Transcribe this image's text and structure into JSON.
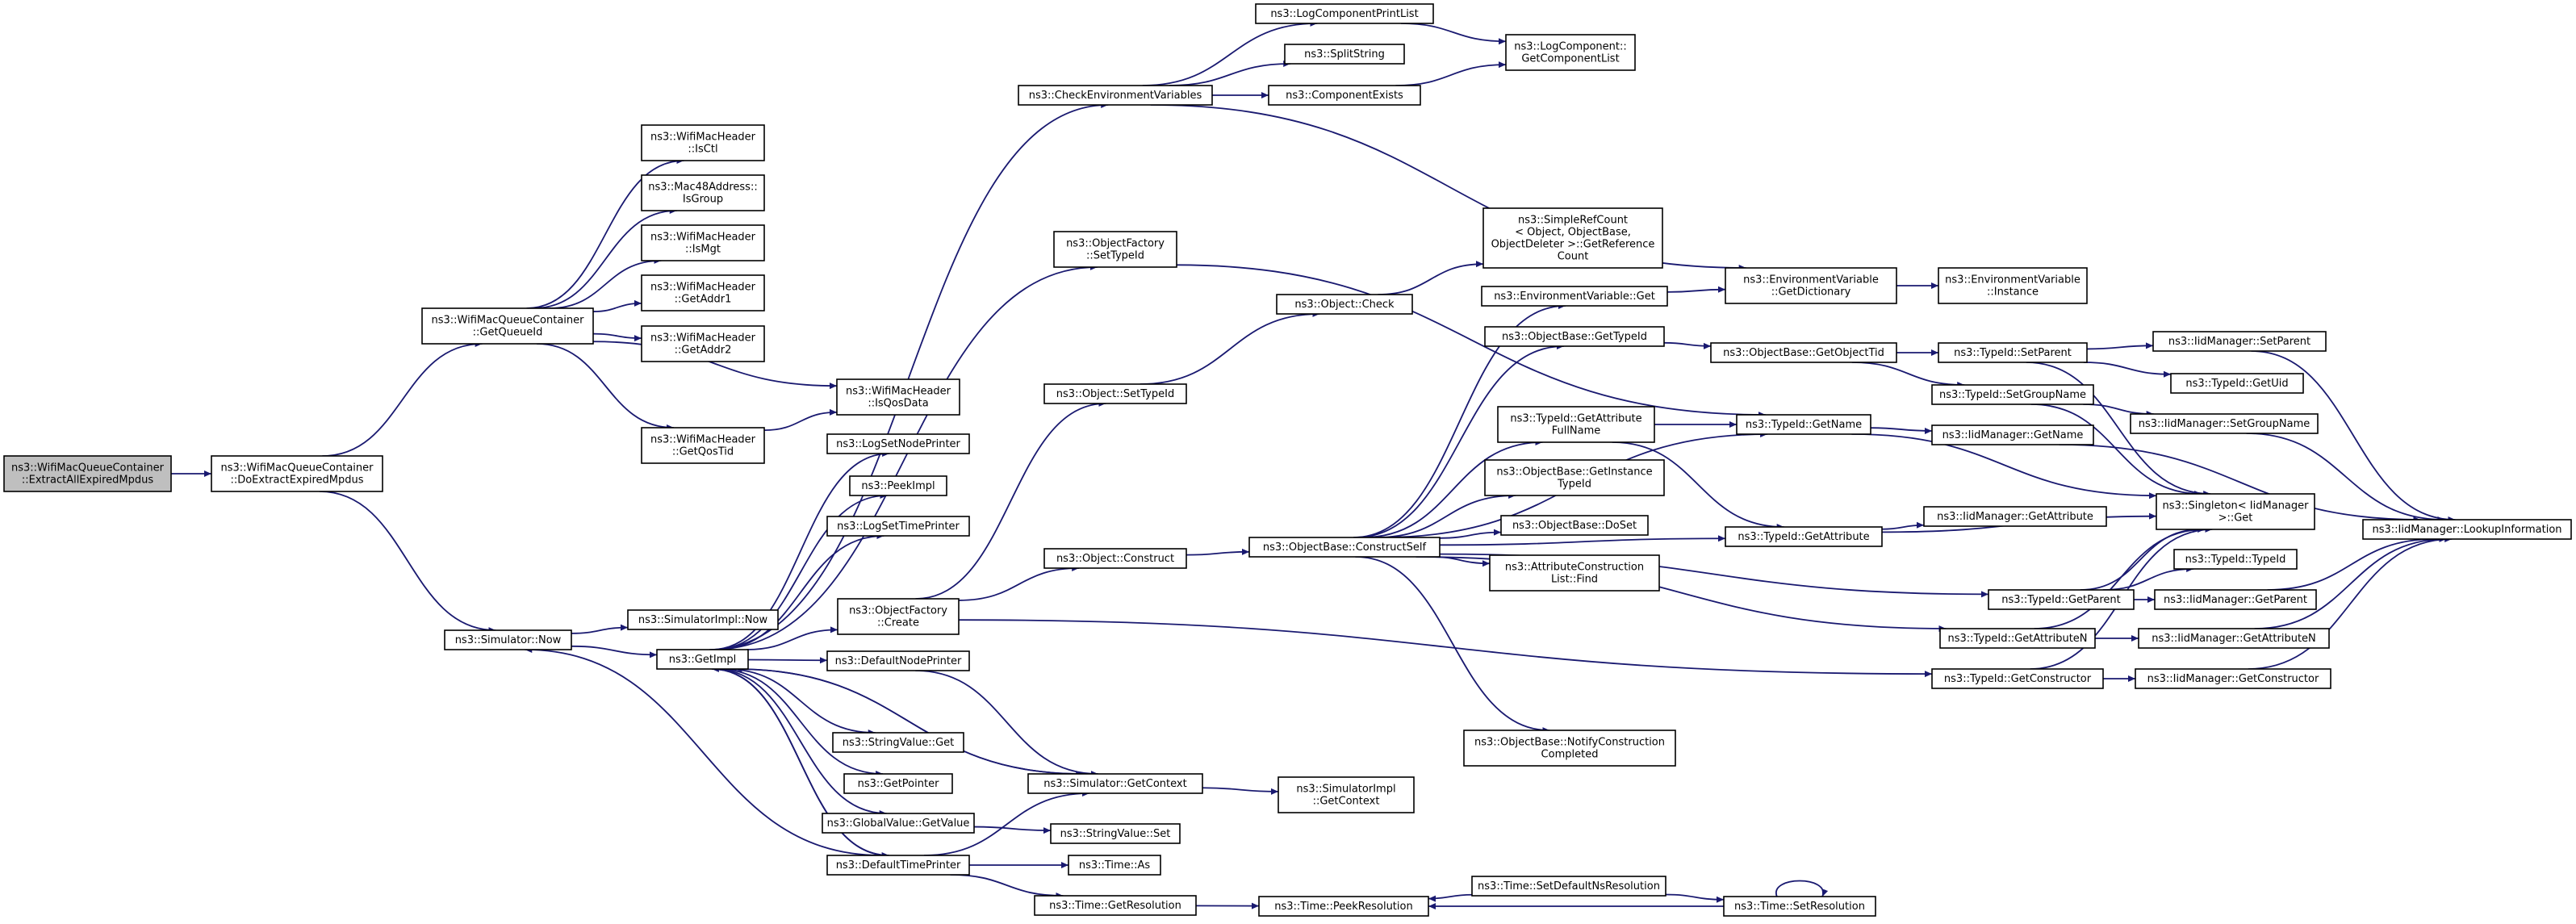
{
  "graph": {
    "nodes": [
      {
        "id": "root",
        "lines": [
          "ns3::WifiMacQueueContainer",
          "::ExtractAllExpiredMpdus"
        ],
        "root": true
      },
      {
        "id": "doextract",
        "lines": [
          "ns3::WifiMacQueueContainer",
          "::DoExtractExpiredMpdus"
        ]
      },
      {
        "id": "getqueueid",
        "lines": [
          "ns3::WifiMacQueueContainer",
          "::GetQueueId"
        ]
      },
      {
        "id": "simnow",
        "lines": [
          "ns3::Simulator::Now"
        ]
      },
      {
        "id": "isctl",
        "lines": [
          "ns3::WifiMacHeader",
          "::IsCtl"
        ]
      },
      {
        "id": "isgroup",
        "lines": [
          "ns3::Mac48Address::",
          "IsGroup"
        ]
      },
      {
        "id": "ismgt",
        "lines": [
          "ns3::WifiMacHeader",
          "::IsMgt"
        ]
      },
      {
        "id": "getaddr1",
        "lines": [
          "ns3::WifiMacHeader",
          "::GetAddr1"
        ]
      },
      {
        "id": "getaddr2",
        "lines": [
          "ns3::WifiMacHeader",
          "::GetAddr2"
        ]
      },
      {
        "id": "getqostid",
        "lines": [
          "ns3::WifiMacHeader",
          "::GetQosTid"
        ]
      },
      {
        "id": "isqosdata",
        "lines": [
          "ns3::WifiMacHeader",
          "::IsQosData"
        ]
      },
      {
        "id": "simimplnow",
        "lines": [
          "ns3::SimulatorImpl::Now"
        ]
      },
      {
        "id": "getimpl",
        "lines": [
          "ns3::GetImpl"
        ]
      },
      {
        "id": "logsetnode",
        "lines": [
          "ns3::LogSetNodePrinter"
        ]
      },
      {
        "id": "peekimpl",
        "lines": [
          "ns3::PeekImpl"
        ]
      },
      {
        "id": "logsettime",
        "lines": [
          "ns3::LogSetTimePrinter"
        ]
      },
      {
        "id": "objfcreate",
        "lines": [
          "ns3::ObjectFactory",
          "::Create"
        ]
      },
      {
        "id": "defnodeprinter",
        "lines": [
          "ns3::DefaultNodePrinter"
        ]
      },
      {
        "id": "strvalget",
        "lines": [
          "ns3::StringValue::Get"
        ]
      },
      {
        "id": "getpointer",
        "lines": [
          "ns3::GetPointer"
        ]
      },
      {
        "id": "globalget",
        "lines": [
          "ns3::GlobalValue::GetValue"
        ]
      },
      {
        "id": "deftimeprinter",
        "lines": [
          "ns3::DefaultTimePrinter"
        ]
      },
      {
        "id": "checkenv",
        "lines": [
          "ns3::CheckEnvironmentVariables"
        ]
      },
      {
        "id": "objfsettid",
        "lines": [
          "ns3::ObjectFactory",
          "::SetTypeId"
        ]
      },
      {
        "id": "objsettid",
        "lines": [
          "ns3::Object::SetTypeId"
        ]
      },
      {
        "id": "objconstruct",
        "lines": [
          "ns3::Object::Construct"
        ]
      },
      {
        "id": "simgetctx",
        "lines": [
          "ns3::Simulator::GetContext"
        ]
      },
      {
        "id": "strvalset",
        "lines": [
          "ns3::StringValue::Set"
        ]
      },
      {
        "id": "timeas",
        "lines": [
          "ns3::Time::As"
        ]
      },
      {
        "id": "timegetres",
        "lines": [
          "ns3::Time::GetResolution"
        ]
      },
      {
        "id": "logcompprint",
        "lines": [
          "ns3::LogComponentPrintList"
        ]
      },
      {
        "id": "splitstring",
        "lines": [
          "ns3::SplitString"
        ]
      },
      {
        "id": "compexists",
        "lines": [
          "ns3::ComponentExists"
        ]
      },
      {
        "id": "objcheck",
        "lines": [
          "ns3::Object::Check"
        ]
      },
      {
        "id": "constructself",
        "lines": [
          "ns3::ObjectBase::ConstructSelf"
        ]
      },
      {
        "id": "simimplctx",
        "lines": [
          "ns3::SimulatorImpl",
          "::GetContext"
        ]
      },
      {
        "id": "peekres",
        "lines": [
          "ns3::Time::PeekResolution"
        ]
      },
      {
        "id": "logcompget",
        "lines": [
          "ns3::LogComponent::",
          "GetComponentList"
        ]
      },
      {
        "id": "simplerefcount",
        "lines": [
          "ns3::SimpleRefCount",
          "< Object, ObjectBase,",
          "ObjectDeleter >::GetReference",
          "Count"
        ]
      },
      {
        "id": "envget",
        "lines": [
          "ns3::EnvironmentVariable::Get"
        ]
      },
      {
        "id": "obgettid",
        "lines": [
          "ns3::ObjectBase::GetTypeId"
        ]
      },
      {
        "id": "tidgetattrfull",
        "lines": [
          "ns3::TypeId::GetAttribute",
          "FullName"
        ]
      },
      {
        "id": "obgetinst",
        "lines": [
          "ns3::ObjectBase::GetInstance",
          "TypeId"
        ]
      },
      {
        "id": "obdoset",
        "lines": [
          "ns3::ObjectBase::DoSet"
        ]
      },
      {
        "id": "attrconstr",
        "lines": [
          "ns3::AttributeConstruction",
          "List::Find"
        ]
      },
      {
        "id": "obnotify",
        "lines": [
          "ns3::ObjectBase::NotifyConstruction",
          "Completed"
        ]
      },
      {
        "id": "timesetdef",
        "lines": [
          "ns3::Time::SetDefaultNsResolution"
        ]
      },
      {
        "id": "envgetdict",
        "lines": [
          "ns3::EnvironmentVariable",
          "::GetDictionary"
        ]
      },
      {
        "id": "obgetobjtid",
        "lines": [
          "ns3::ObjectBase::GetObjectTid"
        ]
      },
      {
        "id": "tidgetname",
        "lines": [
          "ns3::TypeId::GetName"
        ]
      },
      {
        "id": "tidgetattr",
        "lines": [
          "ns3::TypeId::GetAttribute"
        ]
      },
      {
        "id": "timesetres",
        "lines": [
          "ns3::Time::SetResolution"
        ]
      },
      {
        "id": "envinstance",
        "lines": [
          "ns3::EnvironmentVariable",
          "::Instance"
        ]
      },
      {
        "id": "tidsetparent",
        "lines": [
          "ns3::TypeId::SetParent"
        ]
      },
      {
        "id": "tidsetgroup",
        "lines": [
          "ns3::TypeId::SetGroupName"
        ]
      },
      {
        "id": "iidgetname",
        "lines": [
          "ns3::IidManager::GetName"
        ]
      },
      {
        "id": "iidgetattr",
        "lines": [
          "ns3::IidManager::GetAttribute"
        ]
      },
      {
        "id": "tidgetparent",
        "lines": [
          "ns3::TypeId::GetParent"
        ]
      },
      {
        "id": "tidgetattrn",
        "lines": [
          "ns3::TypeId::GetAttributeN"
        ]
      },
      {
        "id": "tidgetctor",
        "lines": [
          "ns3::TypeId::GetConstructor"
        ]
      },
      {
        "id": "iidsetparent",
        "lines": [
          "ns3::IidManager::SetParent"
        ]
      },
      {
        "id": "tidgetuid",
        "lines": [
          "ns3::TypeId::GetUid"
        ]
      },
      {
        "id": "iidsetgroup",
        "lines": [
          "ns3::IidManager::SetGroupName"
        ]
      },
      {
        "id": "singleton",
        "lines": [
          "ns3::Singleton< IidManager",
          ">::Get"
        ]
      },
      {
        "id": "tidtypeid",
        "lines": [
          "ns3::TypeId::TypeId"
        ]
      },
      {
        "id": "iidgetparent",
        "lines": [
          "ns3::IidManager::GetParent"
        ]
      },
      {
        "id": "iidgetattrn",
        "lines": [
          "ns3::IidManager::GetAttributeN"
        ]
      },
      {
        "id": "iidgetctor",
        "lines": [
          "ns3::IidManager::GetConstructor"
        ]
      },
      {
        "id": "iidlookup",
        "lines": [
          "ns3::IidManager::LookupInformation"
        ]
      }
    ],
    "edges": [
      [
        "root",
        "doextract"
      ],
      [
        "doextract",
        "getqueueid"
      ],
      [
        "doextract",
        "simnow"
      ],
      [
        "getqueueid",
        "isctl"
      ],
      [
        "getqueueid",
        "isgroup"
      ],
      [
        "getqueueid",
        "ismgt"
      ],
      [
        "getqueueid",
        "getaddr1"
      ],
      [
        "getqueueid",
        "getaddr2"
      ],
      [
        "getqueueid",
        "isqosdata"
      ],
      [
        "getqueueid",
        "getqostid"
      ],
      [
        "getqostid",
        "isqosdata"
      ],
      [
        "simnow",
        "simimplnow"
      ],
      [
        "simnow",
        "getimpl"
      ],
      [
        "getimpl",
        "logsetnode"
      ],
      [
        "getimpl",
        "peekimpl"
      ],
      [
        "getimpl",
        "logsettime"
      ],
      [
        "getimpl",
        "objfcreate"
      ],
      [
        "getimpl",
        "defnodeprinter"
      ],
      [
        "getimpl",
        "strvalget"
      ],
      [
        "getimpl",
        "getpointer"
      ],
      [
        "getimpl",
        "globalget"
      ],
      [
        "getimpl",
        "deftimeprinter"
      ],
      [
        "getimpl",
        "checkenv"
      ],
      [
        "getimpl",
        "objfsettid"
      ],
      [
        "getimpl",
        "simgetctx"
      ],
      [
        "checkenv",
        "logcompprint"
      ],
      [
        "checkenv",
        "splitstring"
      ],
      [
        "checkenv",
        "compexists"
      ],
      [
        "checkenv",
        "envgetdict"
      ],
      [
        "logcompprint",
        "logcompget"
      ],
      [
        "compexists",
        "logcompget"
      ],
      [
        "objfsettid",
        "tidgetname"
      ],
      [
        "objfcreate",
        "objsettid"
      ],
      [
        "objfcreate",
        "objconstruct"
      ],
      [
        "objfcreate",
        "tidgetctor"
      ],
      [
        "objsettid",
        "objcheck"
      ],
      [
        "objcheck",
        "simplerefcount"
      ],
      [
        "objconstruct",
        "constructself"
      ],
      [
        "constructself",
        "envget"
      ],
      [
        "constructself",
        "obgettid"
      ],
      [
        "constructself",
        "tidgetattrfull"
      ],
      [
        "constructself",
        "obgetinst"
      ],
      [
        "constructself",
        "obdoset"
      ],
      [
        "constructself",
        "attrconstr"
      ],
      [
        "constructself",
        "obnotify"
      ],
      [
        "constructself",
        "tidgetname"
      ],
      [
        "constructself",
        "tidgetattr"
      ],
      [
        "constructself",
        "tidgetparent"
      ],
      [
        "constructself",
        "tidgetattrn"
      ],
      [
        "envget",
        "envgetdict"
      ],
      [
        "envgetdict",
        "envinstance"
      ],
      [
        "obgettid",
        "obgetobjtid"
      ],
      [
        "obgetobjtid",
        "tidsetparent"
      ],
      [
        "obgetobjtid",
        "tidsetgroup"
      ],
      [
        "tidgetattrfull",
        "tidgetname"
      ],
      [
        "tidgetattrfull",
        "tidgetattr"
      ],
      [
        "tidgetname",
        "iidgetname"
      ],
      [
        "tidgetname",
        "singleton"
      ],
      [
        "tidgetattr",
        "iidgetattr"
      ],
      [
        "tidgetattr",
        "singleton"
      ],
      [
        "tidsetparent",
        "iidsetparent"
      ],
      [
        "tidsetparent",
        "tidgetuid"
      ],
      [
        "tidsetparent",
        "singleton"
      ],
      [
        "tidsetgroup",
        "iidsetgroup"
      ],
      [
        "tidsetgroup",
        "singleton"
      ],
      [
        "tidgetparent",
        "tidtypeid"
      ],
      [
        "tidgetparent",
        "iidgetparent"
      ],
      [
        "tidgetparent",
        "singleton"
      ],
      [
        "tidgetattrn",
        "iidgetattrn"
      ],
      [
        "tidgetattrn",
        "singleton"
      ],
      [
        "tidgetctor",
        "iidgetctor"
      ],
      [
        "tidgetctor",
        "singleton"
      ],
      [
        "iidsetparent",
        "iidlookup"
      ],
      [
        "iidsetgroup",
        "iidlookup"
      ],
      [
        "iidgetname",
        "iidlookup"
      ],
      [
        "iidgetparent",
        "iidlookup"
      ],
      [
        "iidgetattrn",
        "iidlookup"
      ],
      [
        "iidgetctor",
        "iidlookup"
      ],
      [
        "defnodeprinter",
        "simgetctx"
      ],
      [
        "deftimeprinter",
        "simgetctx"
      ],
      [
        "globalget",
        "strvalset"
      ],
      [
        "deftimeprinter",
        "timeas"
      ],
      [
        "deftimeprinter",
        "timegetres"
      ],
      [
        "deftimeprinter",
        "simnow"
      ],
      [
        "deftimeprinter",
        "getimpl"
      ],
      [
        "simgetctx",
        "simimplctx"
      ],
      [
        "simgetctx",
        "getimpl"
      ],
      [
        "timegetres",
        "peekres"
      ],
      [
        "timesetdef",
        "peekres"
      ],
      [
        "timesetres",
        "peekres"
      ],
      [
        "timesetdef",
        "timesetres"
      ],
      [
        "timesetres",
        "timesetres"
      ]
    ]
  }
}
